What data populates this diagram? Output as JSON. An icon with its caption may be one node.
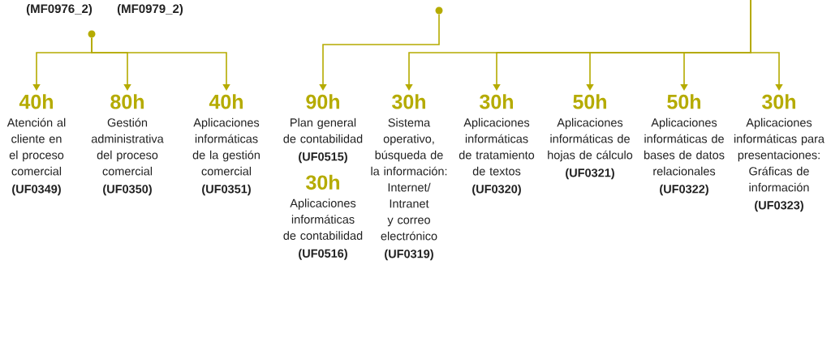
{
  "diagram": {
    "nodes": [
      {
        "text": [],
        "shape": "circle"
      },
      {
        "text": [
          "40h",
          "Atención al cliente en el proceso comercial",
          "(UF0349)"
        ]
      },
      {
        "text": [
          "80h",
          "Gestión administrativa del proceso comercial",
          "(UF0350)"
        ]
      },
      {
        "text": [
          "40h",
          "Aplicaciones informáticas de la gestión comercial",
          "(UF0351)"
        ]
      },
      {
        "text": [],
        "shape": "circle"
      },
      {
        "text": [
          "90h",
          "Plan general de contabilidad",
          "(UF0515)"
        ]
      },
      {
        "text": [
          "30h",
          "Aplicaciones informáticas de contabilidad",
          "(UF0516)"
        ]
      },
      {
        "text": [
          "30h",
          "Sistema operativo, búsqueda de la información: Internet/ Intranet y correo electrónico",
          "(UF0319)"
        ]
      },
      {
        "text": [
          "30h",
          "Aplicaciones informáticas de tratamiento de textos",
          "(UF0320)"
        ]
      },
      {
        "text": [
          "50h",
          "Aplicaciones informáticas de hojas de cálculo",
          "(UF0321)"
        ]
      },
      {
        "text": [
          "50h",
          "Aplicaciones informáticas de bases de datos relacionales",
          "(UF0322)"
        ]
      },
      {
        "text": [
          "30h",
          "Aplicaciones informáticas para presentaciones: Gráficas de información",
          "(UF0323)"
        ]
      }
    ],
    "edges": [
      {
        "from": 0,
        "to": 1,
        "arrow": "to"
      },
      {
        "from": 0,
        "to": 2,
        "arrow": "to"
      },
      {
        "from": 0,
        "to": 3,
        "arrow": "to"
      },
      {
        "from": 4,
        "to": 5,
        "arrow": "to"
      },
      {
        "from": null,
        "to": 7,
        "arrow": "to"
      },
      {
        "from": null,
        "to": 8,
        "arrow": "to"
      },
      {
        "from": null,
        "to": 9,
        "arrow": "to"
      },
      {
        "from": null,
        "to": 10,
        "arrow": "to"
      },
      {
        "from": null,
        "to": 11,
        "arrow": "to"
      }
    ],
    "labels": [
      "(MF0976_2)",
      "(MF0979_2)"
    ]
  }
}
